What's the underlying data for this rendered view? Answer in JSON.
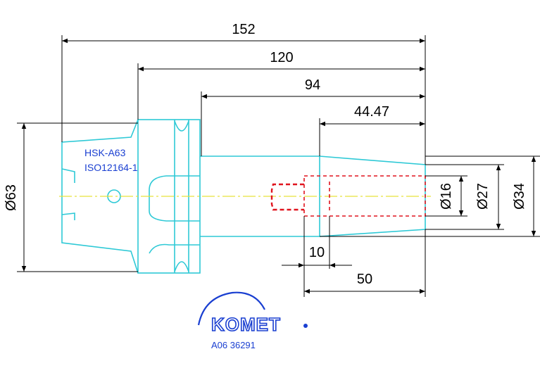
{
  "drawing": {
    "dimensions": {
      "total_length": "152",
      "length_120": "120",
      "length_94": "94",
      "length_44_47": "44.47",
      "length_10": "10",
      "length_50": "50",
      "dia_63": "Ø63",
      "dia_16": "Ø16",
      "dia_27": "Ø27",
      "dia_34": "Ø34"
    },
    "labels": {
      "interface": "HSK-A63",
      "standard": "ISO12164-1"
    },
    "brand": {
      "name": "KOMET",
      "part_number": "A06 36291"
    },
    "colors": {
      "tool_outline": "#2ec9d6",
      "dimension": "#000000",
      "hidden_bore": "#e0141e",
      "center_line": "#e8e23a",
      "brand": "#1a3fd1"
    }
  }
}
